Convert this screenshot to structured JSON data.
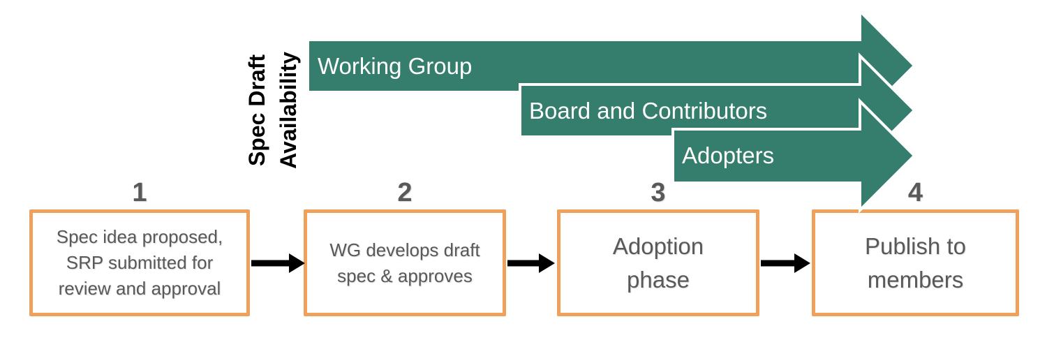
{
  "colors": {
    "teal_arrow": "#357E6D",
    "orange_border": "#EFA05A",
    "step_text_gray": "#595959",
    "flow_arrow_black": "#000000",
    "arrow_label_white": "#FFFFFF",
    "background": "#FFFFFF"
  },
  "availability_label": {
    "lines": [
      "Spec Draft",
      "Availability"
    ]
  },
  "stakeholder_arrows": [
    {
      "label": "Working Group"
    },
    {
      "label": "Board and Contributors"
    },
    {
      "label": "Adopters"
    }
  ],
  "steps": [
    {
      "number": "1",
      "lines": [
        "Spec idea proposed,",
        "SRP submitted for",
        "review and approval"
      ]
    },
    {
      "number": "2",
      "lines": [
        "WG develops draft",
        "spec & approves"
      ]
    },
    {
      "number": "3",
      "lines": [
        "Adoption",
        "phase"
      ]
    },
    {
      "number": "4",
      "lines": [
        "Publish to",
        "members"
      ]
    }
  ]
}
